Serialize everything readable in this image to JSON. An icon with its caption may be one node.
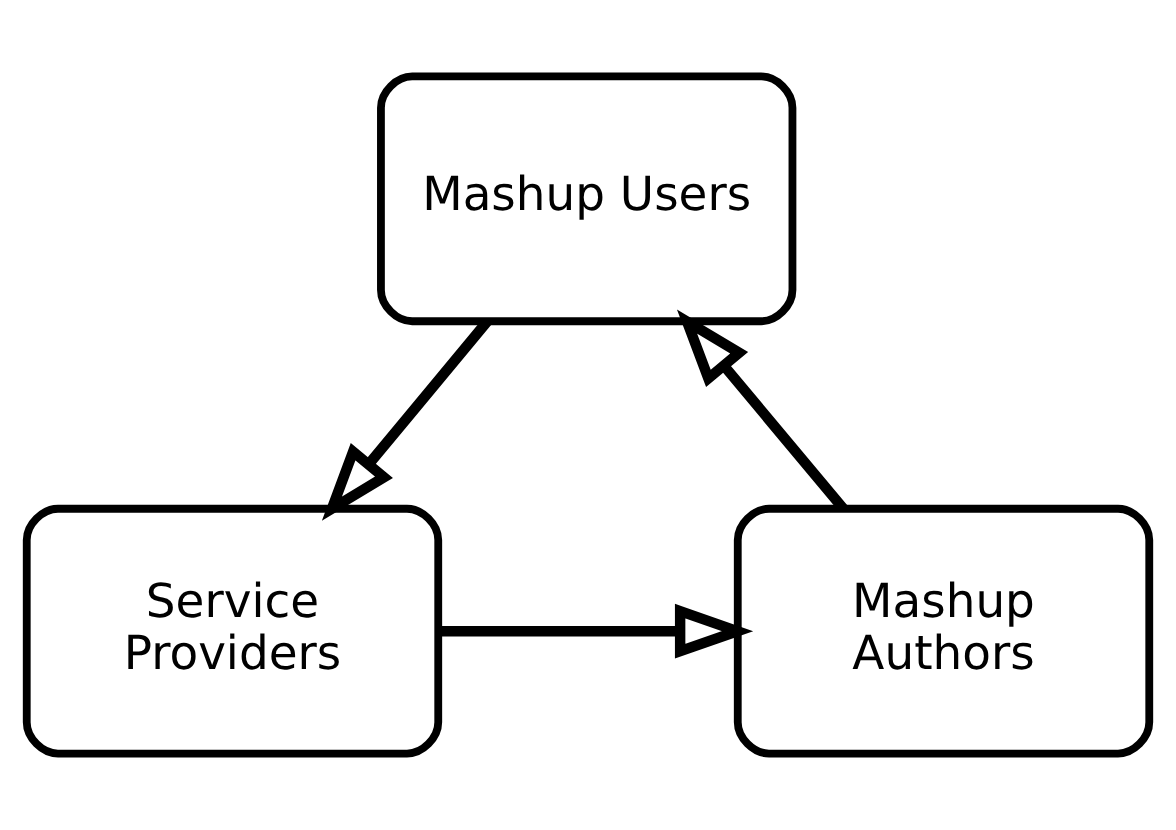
{
  "diagram": {
    "nodes": [
      {
        "text": [
          "Mashup Users"
        ]
      },
      {
        "text": [
          "Mashup Authors"
        ]
      },
      {
        "text": [
          "Service Providers"
        ]
      }
    ],
    "edges": [
      {
        "from": 1,
        "to": 0,
        "arrow": "to"
      },
      {
        "from": 0,
        "to": 2,
        "arrow": "to"
      },
      {
        "from": 2,
        "to": 1,
        "arrow": "to"
      }
    ]
  }
}
